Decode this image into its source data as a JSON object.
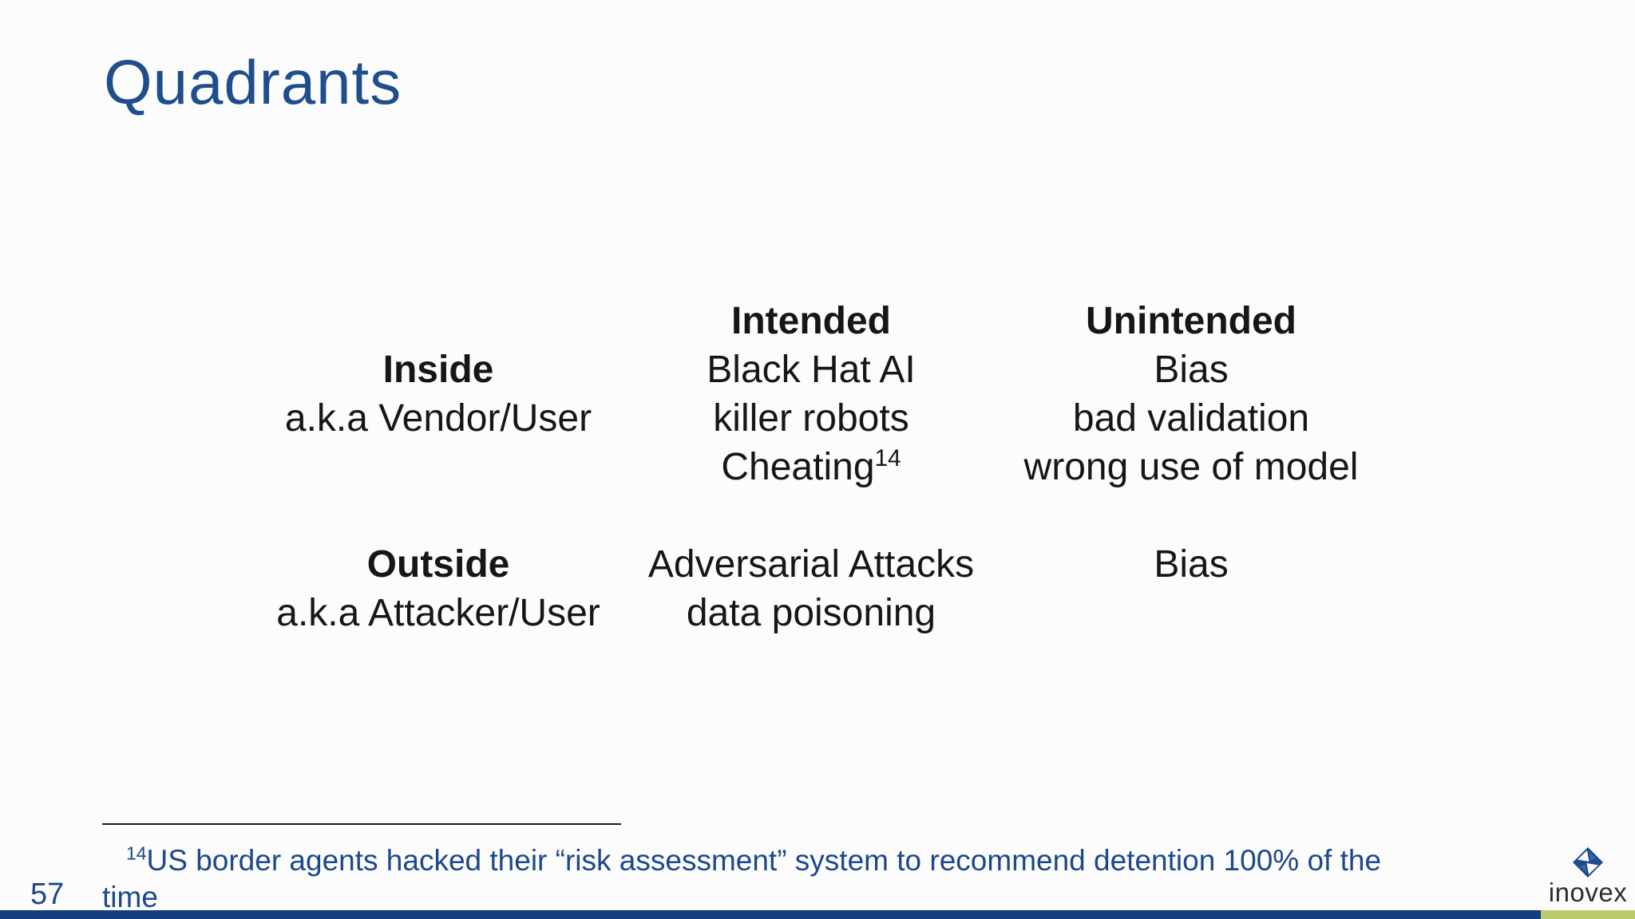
{
  "title": "Quadrants",
  "page_number": "57",
  "matrix": {
    "column_headers": {
      "intended": "Intended",
      "unintended": "Unintended"
    },
    "rows": {
      "inside": {
        "header": "Inside",
        "alias": "a.k.a Vendor/User",
        "intended": {
          "line1": "Black Hat AI",
          "line2": "killer robots",
          "line3": "Cheating"
        },
        "unintended": {
          "line1": "Bias",
          "line2": "bad validation",
          "line3": "wrong use of model"
        }
      },
      "outside": {
        "header": "Outside",
        "alias": "a.k.a Attacker/User",
        "intended": {
          "line1": "Adversarial Attacks",
          "line2": "data poisoning"
        },
        "unintended": {
          "line1": "Bias"
        }
      }
    }
  },
  "footnote": {
    "marker": "14",
    "line1": "US border agents hacked their “risk assessment” system to recommend detention 100% of the",
    "line2": "time"
  },
  "logo": {
    "wordmark": "inovex"
  },
  "colors": {
    "brand_blue": "#1e4e8c",
    "footnote_blue": "#1d4889",
    "bar_blue": "#143e80",
    "bar_green": "#bacb6d",
    "text_black": "#161616"
  }
}
